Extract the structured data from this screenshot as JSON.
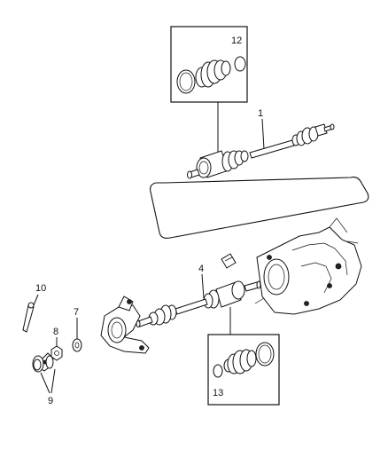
{
  "callouts": {
    "c1": "1",
    "c4": "4",
    "c7": "7",
    "c8": "8",
    "c9": "9",
    "c10": "10",
    "c12": "12",
    "c13": "13"
  }
}
